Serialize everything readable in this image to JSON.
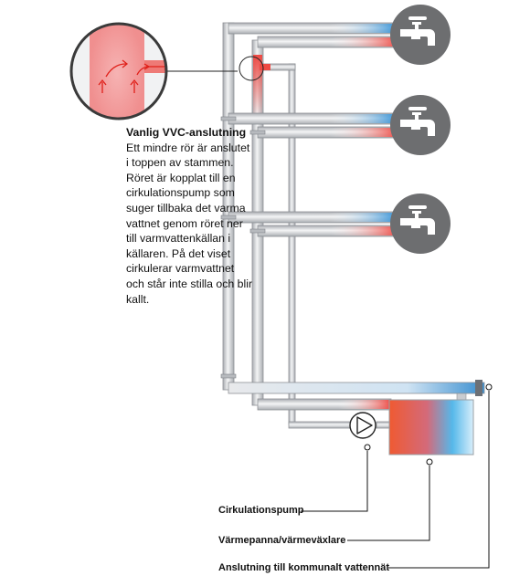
{
  "description": {
    "title": "Vanlig VVC-anslutning",
    "body": "Ett mindre rör är anslutet i toppen av stammen. Röret är kopplat till en cirkulationspump som suger tillbaka det varma vattnet genom röret ner till varmvattenkällan i källaren. På det viset cirkulerar varmvattnet och står inte stilla och blir kallt."
  },
  "labels": {
    "pump": "Cirkulationspump",
    "boiler": "Värmepanna/värmeväxlare",
    "main": "Anslutning till kommunalt vattennät"
  },
  "colors": {
    "hot": "#f0524a",
    "cold": "#3a9be0",
    "pipe": "#d9dbdf",
    "pipe_edge": "#8e9196",
    "tap_bg": "#6d6e70"
  },
  "icons": [
    "faucet-icon",
    "pump-icon",
    "boiler-icon",
    "magnifier-icon"
  ]
}
